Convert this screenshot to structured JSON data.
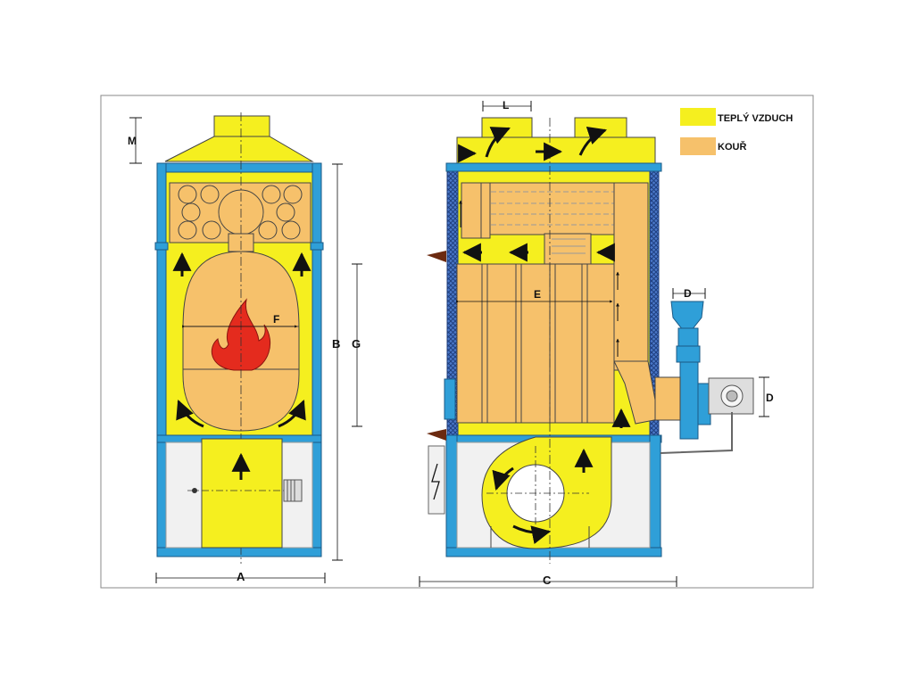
{
  "legend": [
    {
      "label": "TEPLÝ VZDUCH",
      "color": "#f5ef1f"
    },
    {
      "label": "KOUŘ",
      "color": "#f6c16b"
    }
  ],
  "dimension_labels": {
    "A": "A",
    "B": "B",
    "C": "C",
    "D_top": "D",
    "D_side": "D",
    "E": "E",
    "F": "F",
    "G": "G",
    "L": "L",
    "M": "M"
  },
  "colors": {
    "frame": "#2f9fd8",
    "warm_air": "#f5ef1f",
    "smoke": "#f6c16b",
    "flame": "#e42b1e",
    "panel": "#f1f1f1",
    "insulation": "#4a78c9",
    "arrow": "#111111"
  },
  "icons": [
    "flame-icon",
    "flow-arrow-icon",
    "fan-icon",
    "burner-icon",
    "lightning-icon"
  ]
}
